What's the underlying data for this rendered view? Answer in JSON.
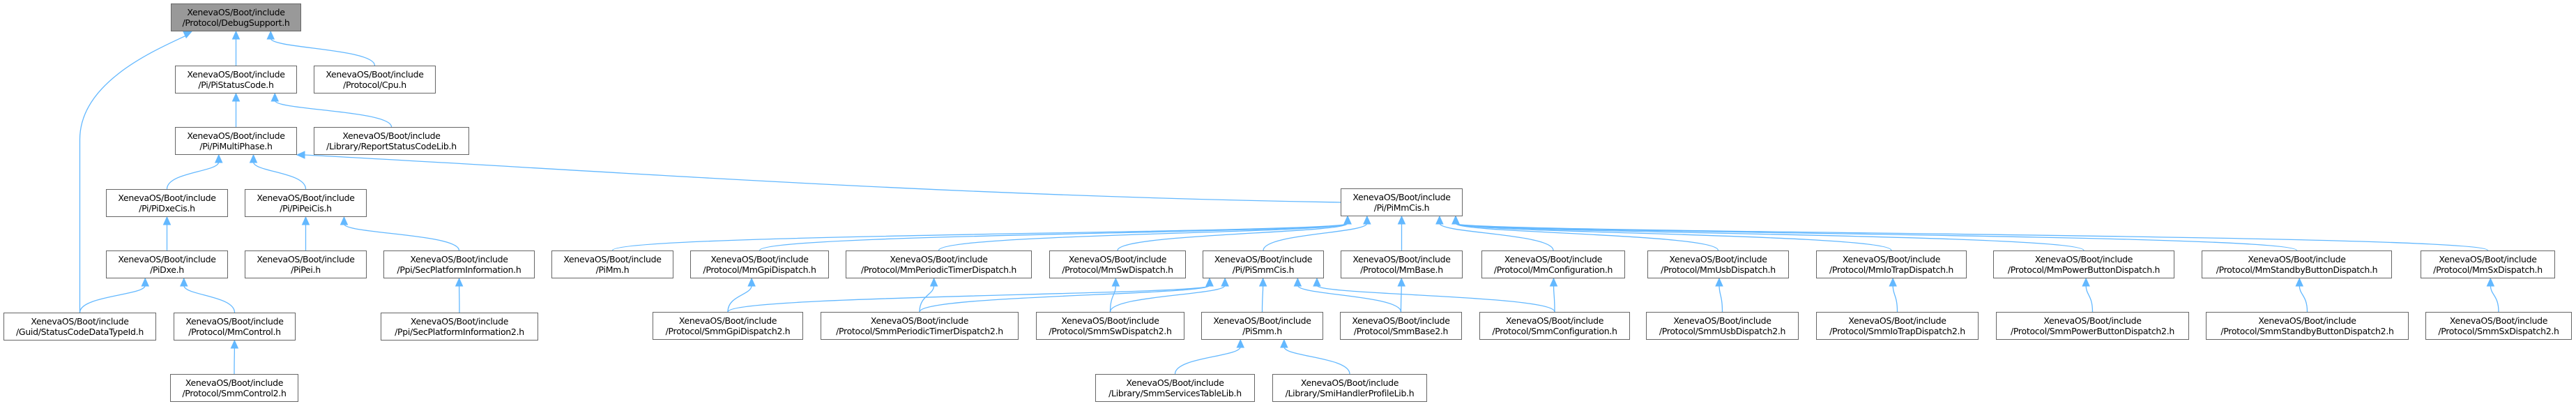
{
  "title": "Include dependency graph for XenevaOS/Boot/include/Protocol/DebugSupport.h",
  "colors": {
    "edge": "#63b8ff",
    "root_fill": "#999999",
    "node_border": "#666666"
  },
  "nodes": {
    "debugsupport": {
      "l1": "XenevaOS/Boot/include",
      "l2": "/Protocol/DebugSupport.h"
    },
    "pistatuscode": {
      "l1": "XenevaOS/Boot/include",
      "l2": "/Pi/PiStatusCode.h"
    },
    "cpu": {
      "l1": "XenevaOS/Boot/include",
      "l2": "/Protocol/Cpu.h"
    },
    "pimultiphase": {
      "l1": "XenevaOS/Boot/include",
      "l2": "/Pi/PiMultiPhase.h"
    },
    "reportstatuscodelib": {
      "l1": "XenevaOS/Boot/include",
      "l2": "/Library/ReportStatusCodeLib.h"
    },
    "pidxecis": {
      "l1": "XenevaOS/Boot/include",
      "l2": "/Pi/PiDxeCis.h"
    },
    "pipeicis": {
      "l1": "XenevaOS/Boot/include",
      "l2": "/Pi/PiPeiCis.h"
    },
    "pimmcis": {
      "l1": "XenevaOS/Boot/include",
      "l2": "/Pi/PiMmCis.h"
    },
    "pidxe": {
      "l1": "XenevaOS/Boot/include",
      "l2": "/PiDxe.h"
    },
    "pipei": {
      "l1": "XenevaOS/Boot/include",
      "l2": "/PiPei.h"
    },
    "secplatforminformation": {
      "l1": "XenevaOS/Boot/include",
      "l2": "/Ppi/SecPlatformInformation.h"
    },
    "pimm": {
      "l1": "XenevaOS/Boot/include",
      "l2": "/PiMm.h"
    },
    "mmgpidispatch": {
      "l1": "XenevaOS/Boot/include",
      "l2": "/Protocol/MmGpiDispatch.h"
    },
    "mmperiodictimerdispatch": {
      "l1": "XenevaOS/Boot/include",
      "l2": "/Protocol/MmPeriodicTimerDispatch.h"
    },
    "mmswdispatch": {
      "l1": "XenevaOS/Boot/include",
      "l2": "/Protocol/MmSwDispatch.h"
    },
    "pismmcis": {
      "l1": "XenevaOS/Boot/include",
      "l2": "/Pi/PiSmmCis.h"
    },
    "mmbase": {
      "l1": "XenevaOS/Boot/include",
      "l2": "/Protocol/MmBase.h"
    },
    "mmconfiguration": {
      "l1": "XenevaOS/Boot/include",
      "l2": "/Protocol/MmConfiguration.h"
    },
    "mmusbdispatch": {
      "l1": "XenevaOS/Boot/include",
      "l2": "/Protocol/MmUsbDispatch.h"
    },
    "mmiotrapdispatch": {
      "l1": "XenevaOS/Boot/include",
      "l2": "/Protocol/MmIoTrapDispatch.h"
    },
    "mmpowerbuttondispatch": {
      "l1": "XenevaOS/Boot/include",
      "l2": "/Protocol/MmPowerButtonDispatch.h"
    },
    "mmstandbybuttondispatch": {
      "l1": "XenevaOS/Boot/include",
      "l2": "/Protocol/MmStandbyButtonDispatch.h"
    },
    "mmsxdispatch": {
      "l1": "XenevaOS/Boot/include",
      "l2": "/Protocol/MmSxDispatch.h"
    },
    "statuscodedatatypeid": {
      "l1": "XenevaOS/Boot/include",
      "l2": "/Guid/StatusCodeDataTypeId.h"
    },
    "mmcontrol": {
      "l1": "XenevaOS/Boot/include",
      "l2": "/Protocol/MmControl.h"
    },
    "secplatforminformation2": {
      "l1": "XenevaOS/Boot/include",
      "l2": "/Ppi/SecPlatformInformation2.h"
    },
    "smmgpidispatch2": {
      "l1": "XenevaOS/Boot/include",
      "l2": "/Protocol/SmmGpiDispatch2.h"
    },
    "smmperiodictimerdispatch2": {
      "l1": "XenevaOS/Boot/include",
      "l2": "/Protocol/SmmPeriodicTimerDispatch2.h"
    },
    "smmswdispatch2": {
      "l1": "XenevaOS/Boot/include",
      "l2": "/Protocol/SmmSwDispatch2.h"
    },
    "pismm": {
      "l1": "XenevaOS/Boot/include",
      "l2": "/PiSmm.h"
    },
    "smmbase2": {
      "l1": "XenevaOS/Boot/include",
      "l2": "/Protocol/SmmBase2.h"
    },
    "smmconfiguration": {
      "l1": "XenevaOS/Boot/include",
      "l2": "/Protocol/SmmConfiguration.h"
    },
    "smmusbdispatch2": {
      "l1": "XenevaOS/Boot/include",
      "l2": "/Protocol/SmmUsbDispatch2.h"
    },
    "smmiotrapdispatch2": {
      "l1": "XenevaOS/Boot/include",
      "l2": "/Protocol/SmmIoTrapDispatch2.h"
    },
    "smmpowerbuttondispatch2": {
      "l1": "XenevaOS/Boot/include",
      "l2": "/Protocol/SmmPowerButtonDispatch2.h"
    },
    "smmstandbybuttondispatch2": {
      "l1": "XenevaOS/Boot/include",
      "l2": "/Protocol/SmmStandbyButtonDispatch2.h"
    },
    "smmsxdispatch2": {
      "l1": "XenevaOS/Boot/include",
      "l2": "/Protocol/SmmSxDispatch2.h"
    },
    "smmcontrol2": {
      "l1": "XenevaOS/Boot/include",
      "l2": "/Protocol/SmmControl2.h"
    },
    "smmservicestablelib": {
      "l1": "XenevaOS/Boot/include",
      "l2": "/Library/SmmServicesTableLib.h"
    },
    "smihandlerprofilelib": {
      "l1": "XenevaOS/Boot/include",
      "l2": "/Library/SmiHandlerProfileLib.h"
    }
  }
}
